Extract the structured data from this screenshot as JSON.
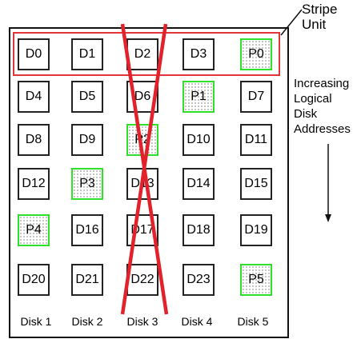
{
  "colors": {
    "title": "#2b3fd6",
    "stripe_outline": "#e3343a",
    "parity_border": "#2ee02a",
    "block_border": "#222222",
    "cross": "#e3212b"
  },
  "stripe_label": [
    "Stripe",
    "Unit"
  ],
  "address_label": [
    "Increasing",
    "Logical",
    "Disk",
    "Addresses"
  ],
  "disks": [
    "Disk 1",
    "Disk 2",
    "Disk 3",
    "Disk 4",
    "Disk 5"
  ],
  "failed_disk": "Disk 3",
  "rows": [
    [
      "D0",
      "D1",
      "D2",
      "D3",
      "P0"
    ],
    [
      "D4",
      "D5",
      "D6",
      "P1",
      "D7"
    ],
    [
      "D8",
      "D9",
      "P2",
      "D10",
      "D11"
    ],
    [
      "D12",
      "P3",
      "D13",
      "D14",
      "D15"
    ],
    [
      "P4",
      "D16",
      "D17",
      "D18",
      "D19"
    ],
    [
      "D20",
      "D21",
      "D22",
      "D23",
      "P5"
    ]
  ]
}
